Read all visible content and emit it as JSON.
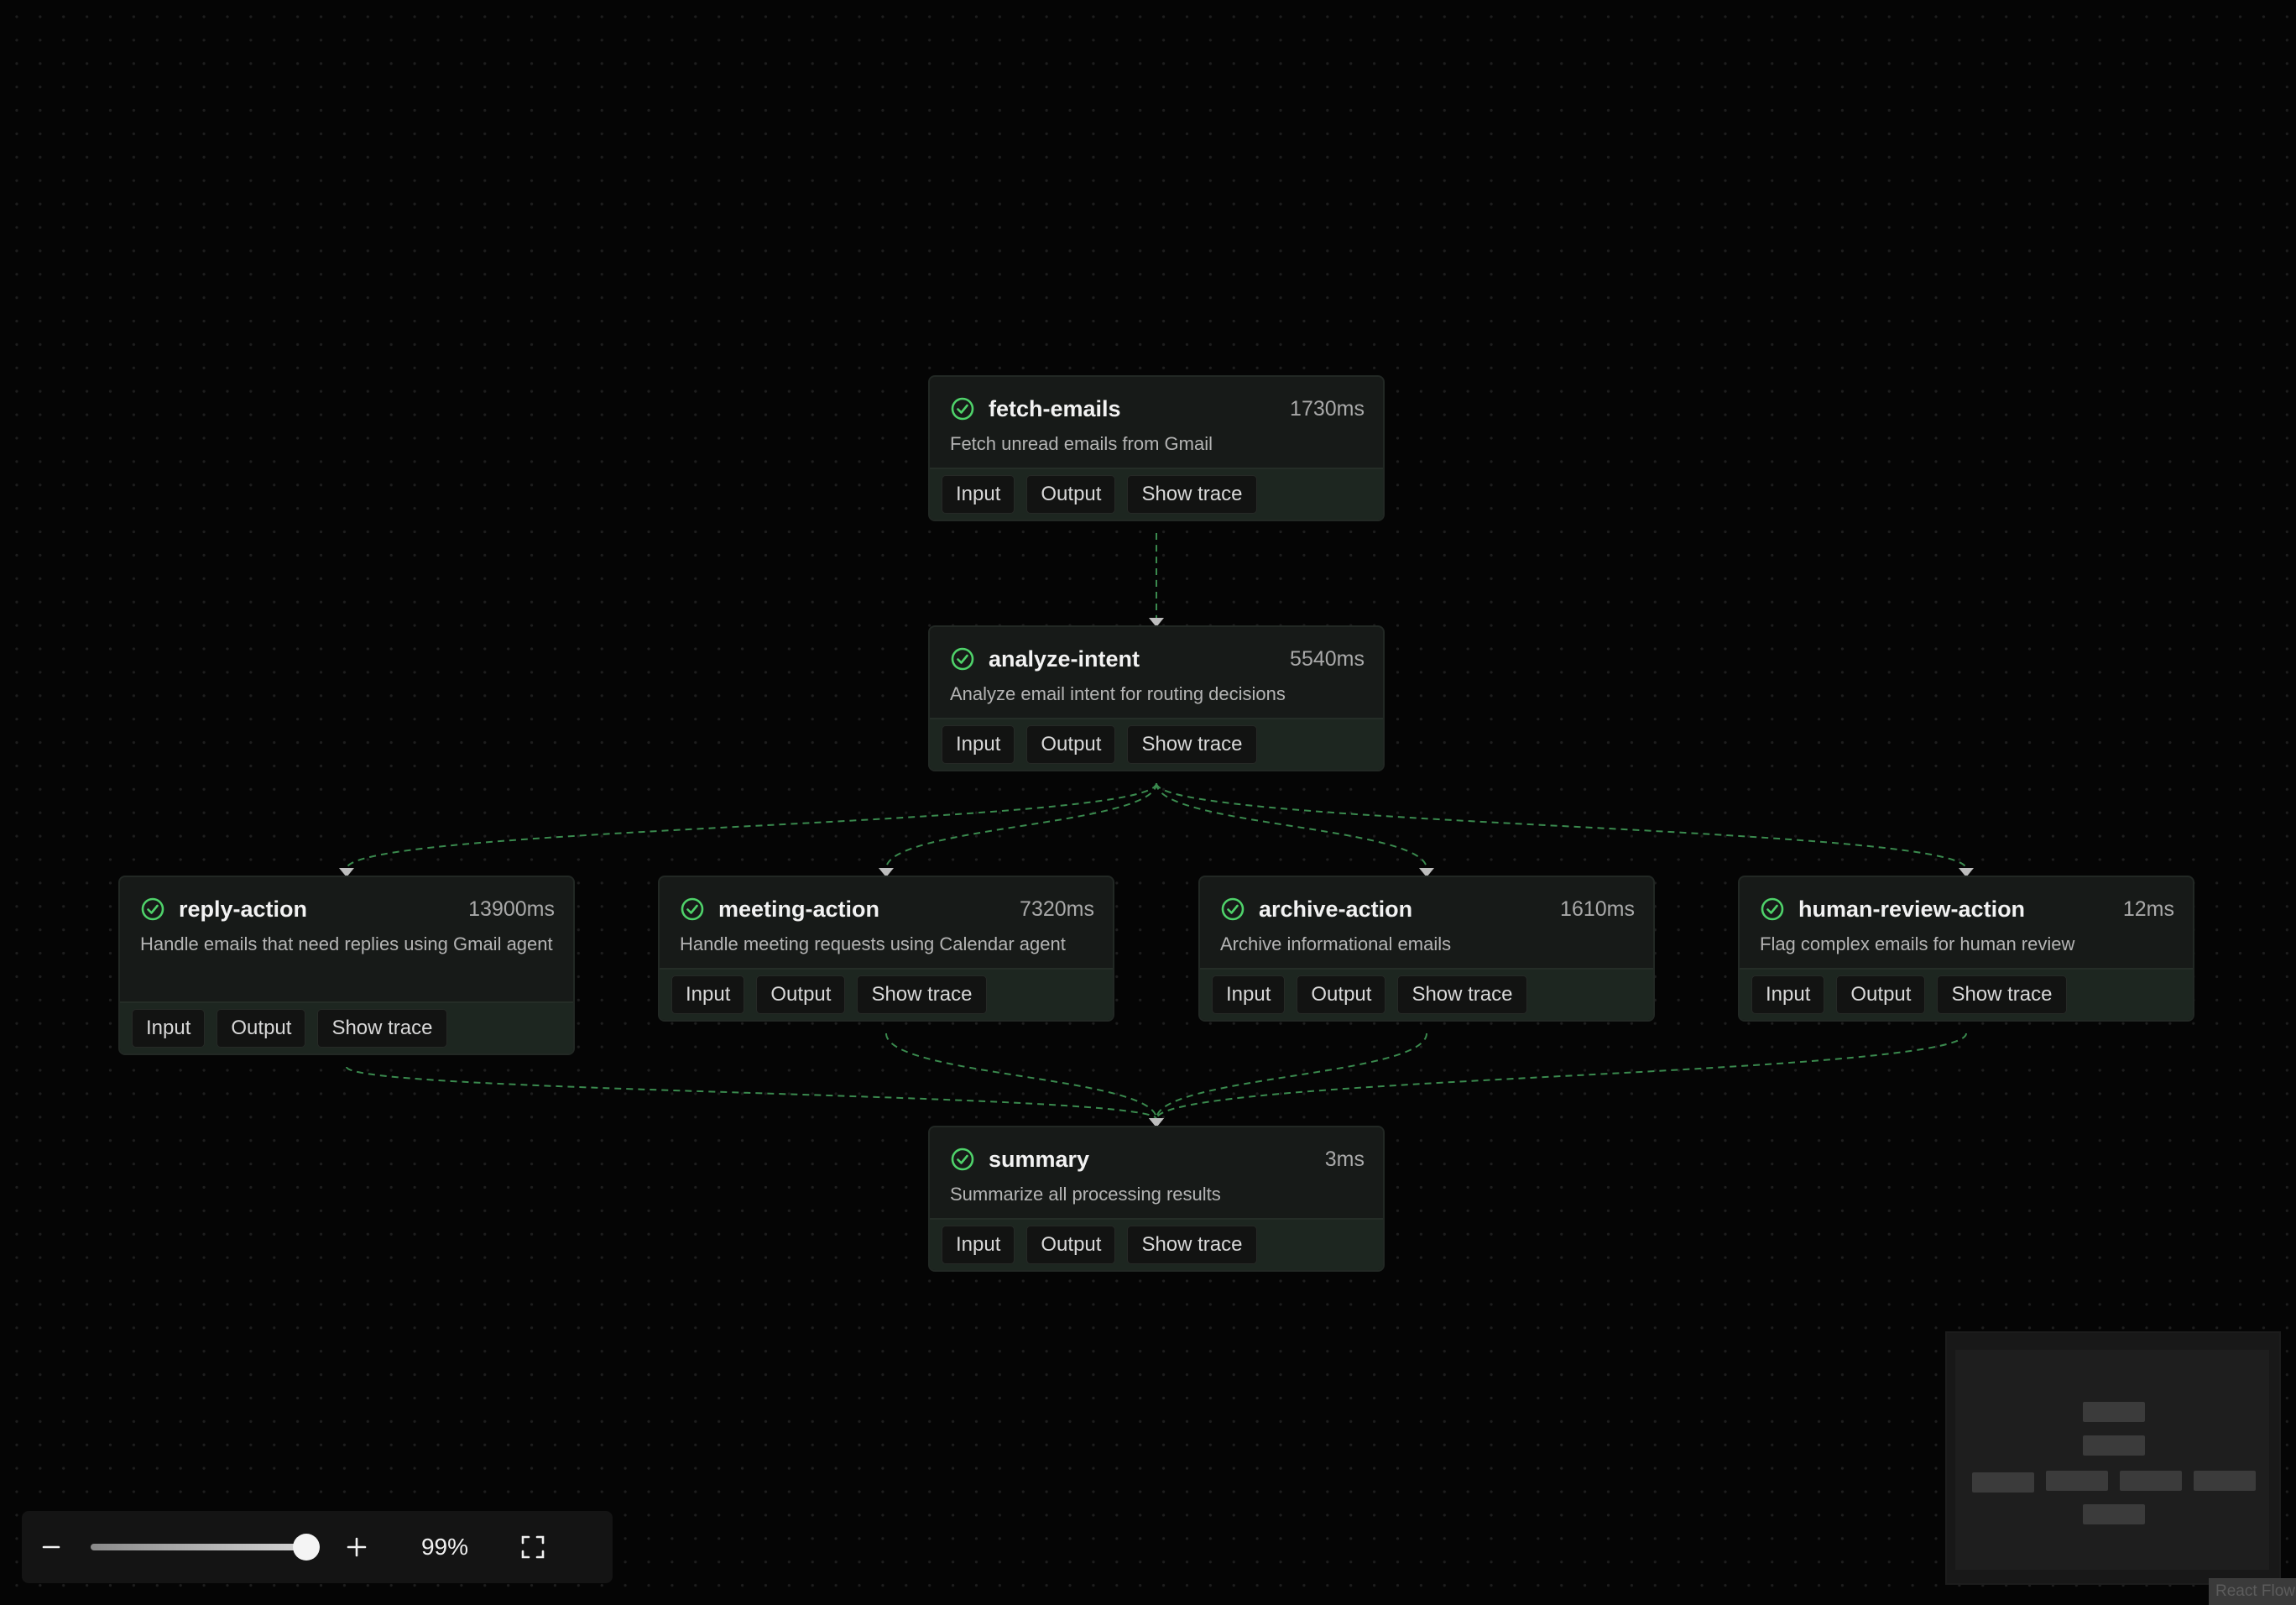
{
  "nodes": [
    {
      "id": "fetch-emails",
      "title": "fetch-emails",
      "time": "1730ms",
      "description": "Fetch unread emails from Gmail",
      "status": "success"
    },
    {
      "id": "analyze-intent",
      "title": "analyze-intent",
      "time": "5540ms",
      "description": "Analyze email intent for routing decisions",
      "status": "success"
    },
    {
      "id": "reply-action",
      "title": "reply-action",
      "time": "13900ms",
      "description": "Handle emails that need replies using Gmail agent",
      "status": "success"
    },
    {
      "id": "meeting-action",
      "title": "meeting-action",
      "time": "7320ms",
      "description": "Handle meeting requests using Calendar agent",
      "status": "success"
    },
    {
      "id": "archive-action",
      "title": "archive-action",
      "time": "1610ms",
      "description": "Archive informational emails",
      "status": "success"
    },
    {
      "id": "human-review-action",
      "title": "human-review-action",
      "time": "12ms",
      "description": "Flag complex emails for human review",
      "status": "success"
    },
    {
      "id": "summary",
      "title": "summary",
      "time": "3ms",
      "description": "Summarize all processing results",
      "status": "success"
    }
  ],
  "node_actions": {
    "input": "Input",
    "output": "Output",
    "trace": "Show trace"
  },
  "edges": [
    {
      "from": "fetch-emails",
      "to": "analyze-intent"
    },
    {
      "from": "analyze-intent",
      "to": "reply-action"
    },
    {
      "from": "analyze-intent",
      "to": "meeting-action"
    },
    {
      "from": "analyze-intent",
      "to": "archive-action"
    },
    {
      "from": "analyze-intent",
      "to": "human-review-action"
    },
    {
      "from": "reply-action",
      "to": "summary"
    },
    {
      "from": "meeting-action",
      "to": "summary"
    },
    {
      "from": "archive-action",
      "to": "summary"
    },
    {
      "from": "human-review-action",
      "to": "summary"
    }
  ],
  "controls": {
    "zoom_out": "−",
    "zoom_in": "+",
    "zoom_level": "99%",
    "zoom_fraction": 0.95
  },
  "attribution": "React Flow",
  "colors": {
    "edge": "#3a8a4e",
    "success": "#4fd26a",
    "node_bg": "#171a18",
    "actions_bg": "#1d2620"
  }
}
